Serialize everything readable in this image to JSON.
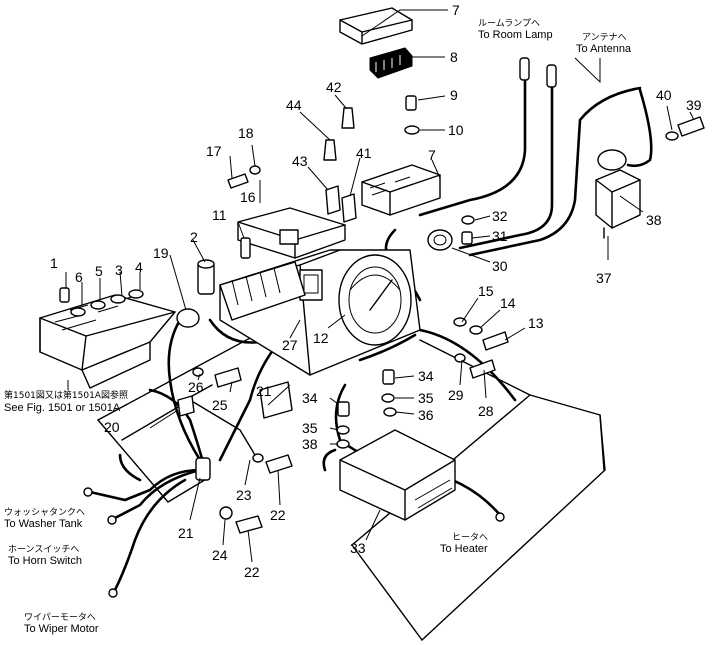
{
  "part_numbers": [
    {
      "n": "1"
    },
    {
      "n": "2"
    },
    {
      "n": "3"
    },
    {
      "n": "4"
    },
    {
      "n": "5"
    },
    {
      "n": "6"
    },
    {
      "n": "7"
    },
    {
      "n": "7"
    },
    {
      "n": "8"
    },
    {
      "n": "9"
    },
    {
      "n": "10"
    },
    {
      "n": "11"
    },
    {
      "n": "12"
    },
    {
      "n": "13"
    },
    {
      "n": "14"
    },
    {
      "n": "15"
    },
    {
      "n": "16"
    },
    {
      "n": "17"
    },
    {
      "n": "18"
    },
    {
      "n": "19"
    },
    {
      "n": "20"
    },
    {
      "n": "21"
    },
    {
      "n": "21"
    },
    {
      "n": "22"
    },
    {
      "n": "22"
    },
    {
      "n": "23"
    },
    {
      "n": "24"
    },
    {
      "n": "25"
    },
    {
      "n": "26"
    },
    {
      "n": "27"
    },
    {
      "n": "28"
    },
    {
      "n": "29"
    },
    {
      "n": "30"
    },
    {
      "n": "31"
    },
    {
      "n": "32"
    },
    {
      "n": "33"
    },
    {
      "n": "34"
    },
    {
      "n": "34"
    },
    {
      "n": "35"
    },
    {
      "n": "35"
    },
    {
      "n": "36"
    },
    {
      "n": "37"
    },
    {
      "n": "38"
    },
    {
      "n": "38"
    },
    {
      "n": "39"
    },
    {
      "n": "40"
    },
    {
      "n": "41"
    },
    {
      "n": "42"
    },
    {
      "n": "43"
    },
    {
      "n": "44"
    }
  ],
  "callouts": {
    "room_lamp": {
      "jp": "ルームランプへ",
      "en": "To Room Lamp"
    },
    "antenna": {
      "jp": "アンテナへ",
      "en": "To Antenna"
    },
    "see_fig": {
      "jp": "第1501図又は第1501A図参照",
      "en": "See Fig. 1501 or 1501A"
    },
    "washer_tank": {
      "jp": "ウォッシャタンクへ",
      "en": "To Washer Tank"
    },
    "horn_switch": {
      "jp": "ホーンスイッチへ",
      "en": "To Horn Switch"
    },
    "wiper_motor": {
      "jp": "ワイパーモータへ",
      "en": "To Wiper Motor"
    },
    "heater": {
      "jp": "ヒータへ",
      "en": "To Heater"
    }
  }
}
